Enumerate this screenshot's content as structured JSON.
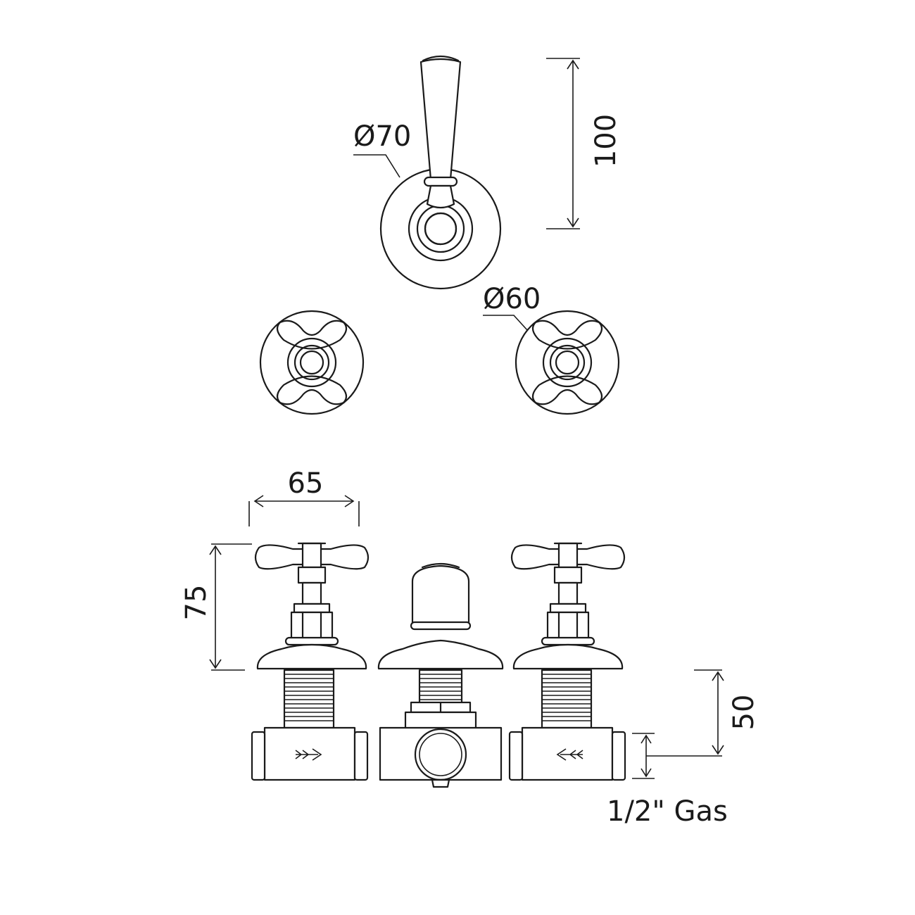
{
  "dimensions": {
    "lever_rose_diameter": "Ø70",
    "lever_height": "100",
    "handle_rose_diameter": "Ø60",
    "valve_width": "65",
    "valve_height": "75",
    "body_depth": "50",
    "connection": "1/2\" Gas"
  },
  "colors": {
    "line": "#1a1a1a",
    "background": "#ffffff"
  }
}
